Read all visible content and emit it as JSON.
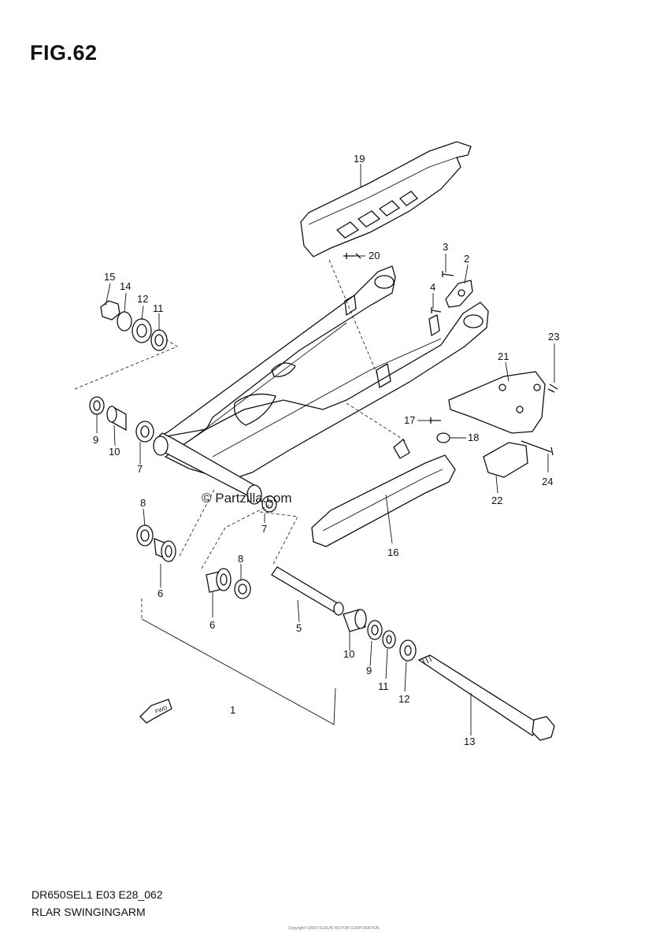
{
  "figure": {
    "title": "FIG.62"
  },
  "footer": {
    "model_code": "DR650SEL1 E03 E28_062",
    "diagram_name": "RLAR SWINGINGARM",
    "tiny_text": "Copyright ©2003 SUZUKI MOTOR CORPORATION"
  },
  "watermark": {
    "text": "© Partzilla.com"
  },
  "direction_marker": {
    "text": "FWD"
  },
  "callouts": [
    "1",
    "2",
    "3",
    "4",
    "5",
    "6",
    "6",
    "7",
    "7",
    "8",
    "8",
    "9",
    "9",
    "10",
    "10",
    "11",
    "11",
    "12",
    "12",
    "13",
    "14",
    "15",
    "16",
    "17",
    "18",
    "19",
    "20",
    "21",
    "22",
    "23",
    "24"
  ]
}
